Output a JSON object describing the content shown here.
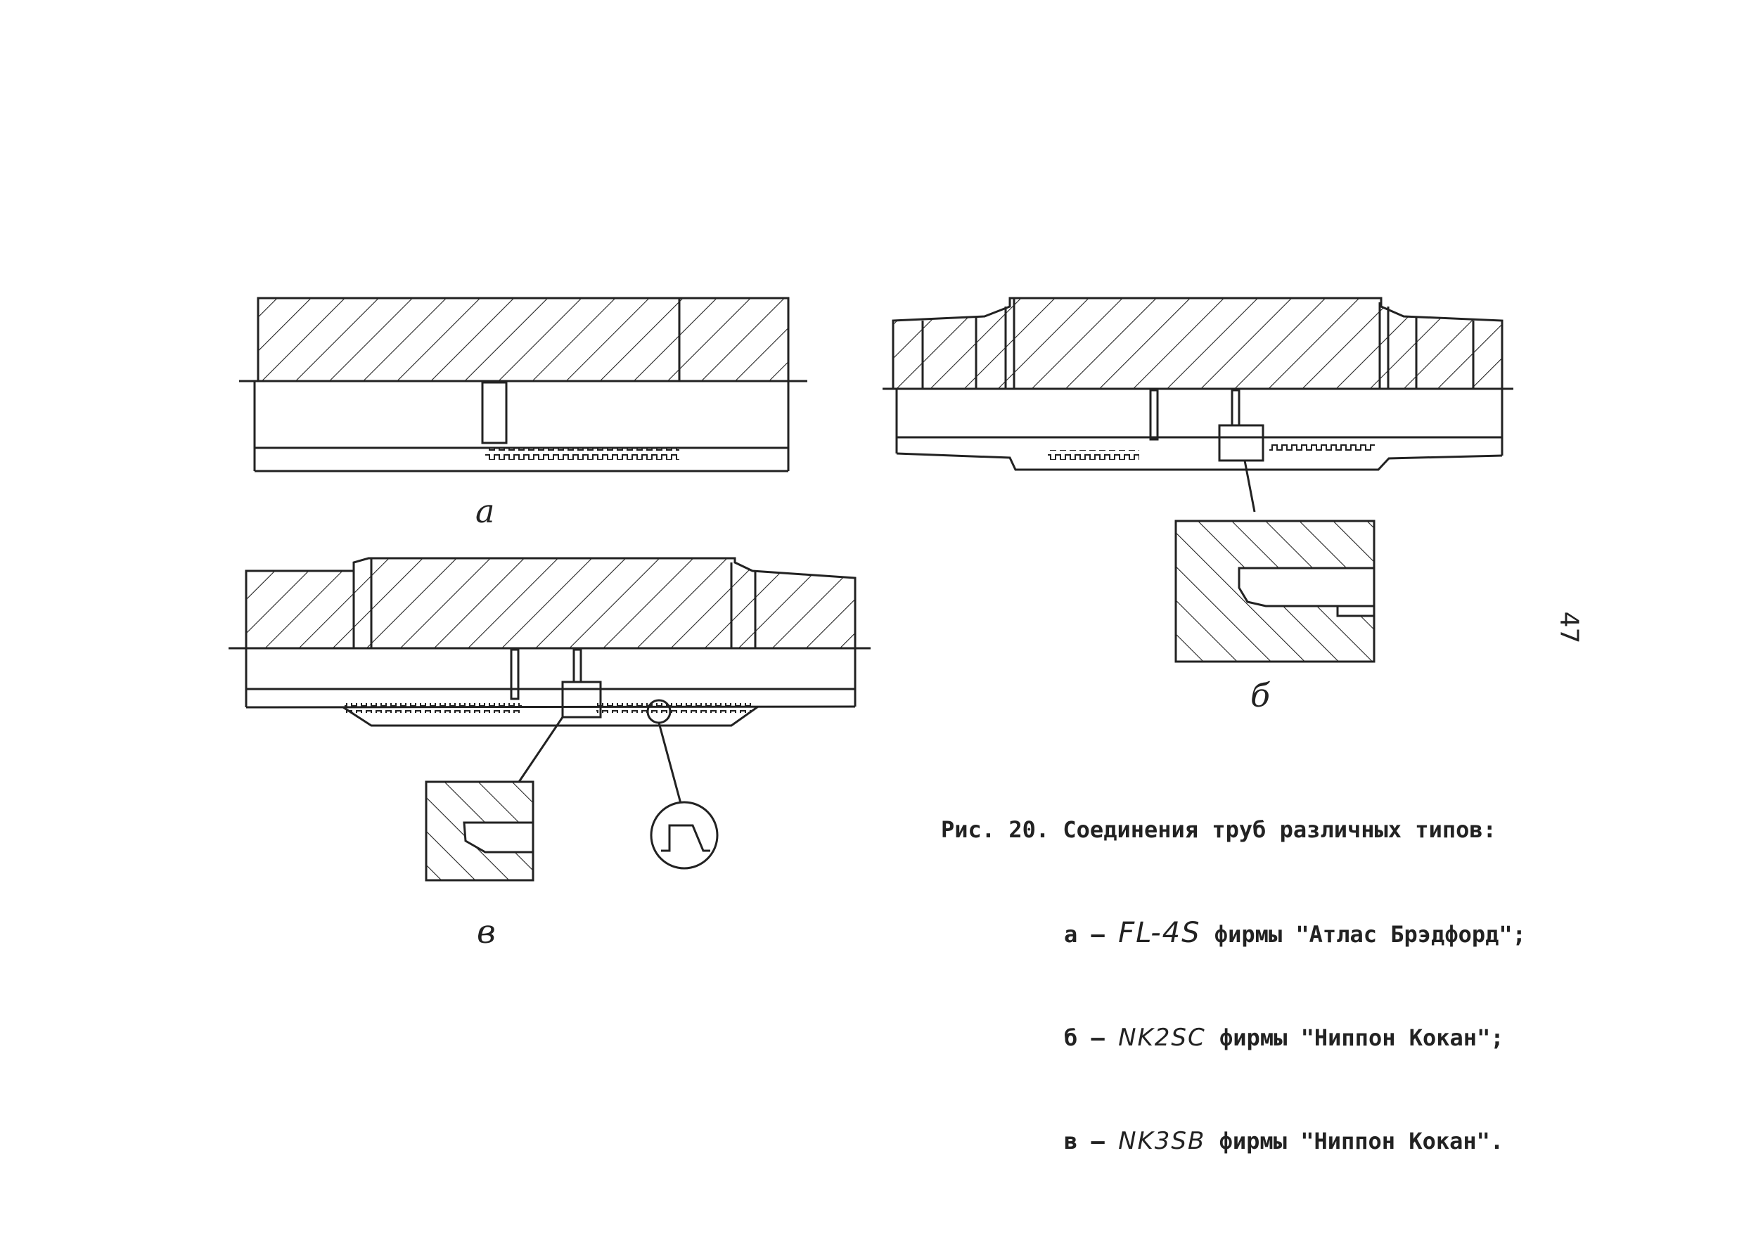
{
  "figure": {
    "labels": {
      "a": "а",
      "b": "б",
      "c": "в"
    },
    "caption": {
      "title": "Рис. 20. Соединения труб различных типов:",
      "items": [
        {
          "prefix": "а –",
          "code": "FL-4S",
          "firm": "фирмы \"Атлас Брэдфорд\";"
        },
        {
          "prefix": "б –",
          "code": "NK2SC",
          "firm": "фирмы \"Ниппон Кокан\";"
        },
        {
          "prefix": "в –",
          "code": "NK3SB",
          "firm": "фирмы \"Ниппон Кокан\"."
        }
      ]
    }
  },
  "page_number": "47"
}
